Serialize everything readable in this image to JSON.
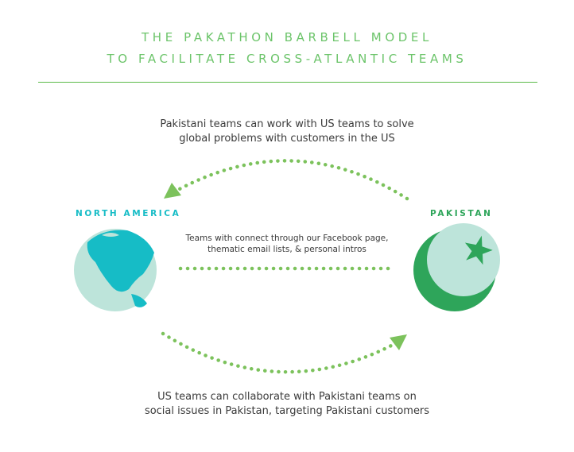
{
  "title": {
    "line1": "THE PAKATHON BARBELL MODEL",
    "line2": "TO FACILITATE CROSS-ATLANTIC TEAMS"
  },
  "top_caption": {
    "line1": "Pakistani teams can work with US teams to solve",
    "line2": "global problems with customers in the US"
  },
  "middle_caption": {
    "line1": "Teams with connect through our Facebook page,",
    "line2": "thematic email lists, & personal intros"
  },
  "bottom_caption": {
    "line1": "US teams can collaborate with Pakistani teams on",
    "line2": "social issues in Pakistan, targeting Pakistani customers"
  },
  "left_label": "NORTH AMERICA",
  "right_label": "PAKISTAN",
  "colors": {
    "title": "#6cc46a",
    "dots": "#7cc25c",
    "teal": "#16bcc6",
    "globe": "#bde4da",
    "pak_green": "#2ea55a"
  }
}
